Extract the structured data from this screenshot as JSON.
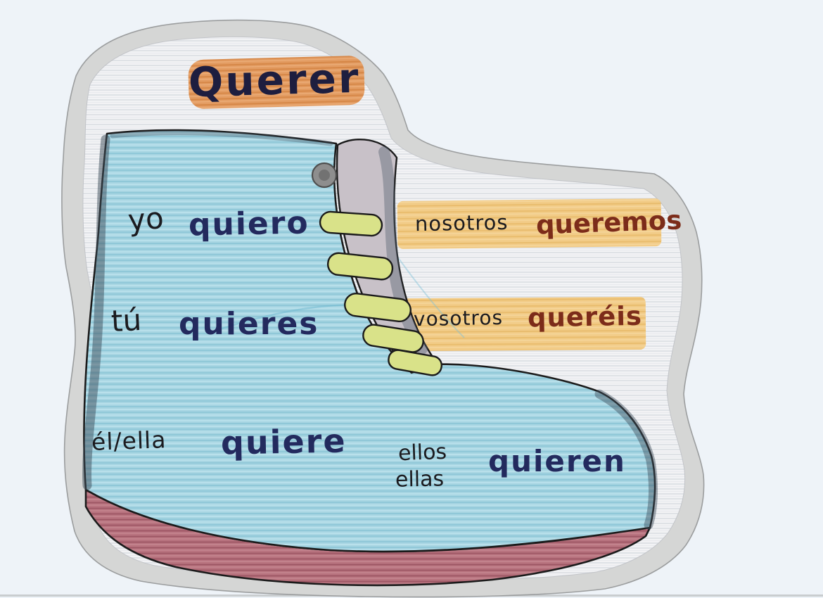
{
  "document": {
    "kind": "hand-drawn boot-verb conjugation diagram (scanned drawing)",
    "title": "Querer"
  },
  "boot_diagram": {
    "inside_boot": [
      {
        "pronoun": "yo",
        "form": "quiero"
      },
      {
        "pronoun": "tú",
        "form": "quieres"
      },
      {
        "pronoun": "él/ella",
        "form": "quiere"
      },
      {
        "pronoun": "ellos",
        "pronoun2": "ellas",
        "form": "quieren"
      }
    ],
    "outside_boot": [
      {
        "pronoun": "nosotros",
        "form": "queremos"
      },
      {
        "pronoun": "vosotros",
        "form": "queréis"
      }
    ]
  },
  "colors": {
    "page_background": "#eef3f8",
    "cutout_rim_gray": "#d5d6d5",
    "paper_fill": "#f2f3f5",
    "boot_blue": "#a7d5e2",
    "sole_maroon": "#b8737f",
    "lace_green": "#d9e289",
    "tongue_gray": "#c8c1c8",
    "eyelet_gray": "#8e8e8e",
    "title_highlight_orange": "#e2975a",
    "row_highlight_yellow": "#f2ca82",
    "verb_navy": "#232a5e",
    "stem_change_red": "#7c2c1a",
    "pronoun_black": "#1b1b1f"
  }
}
